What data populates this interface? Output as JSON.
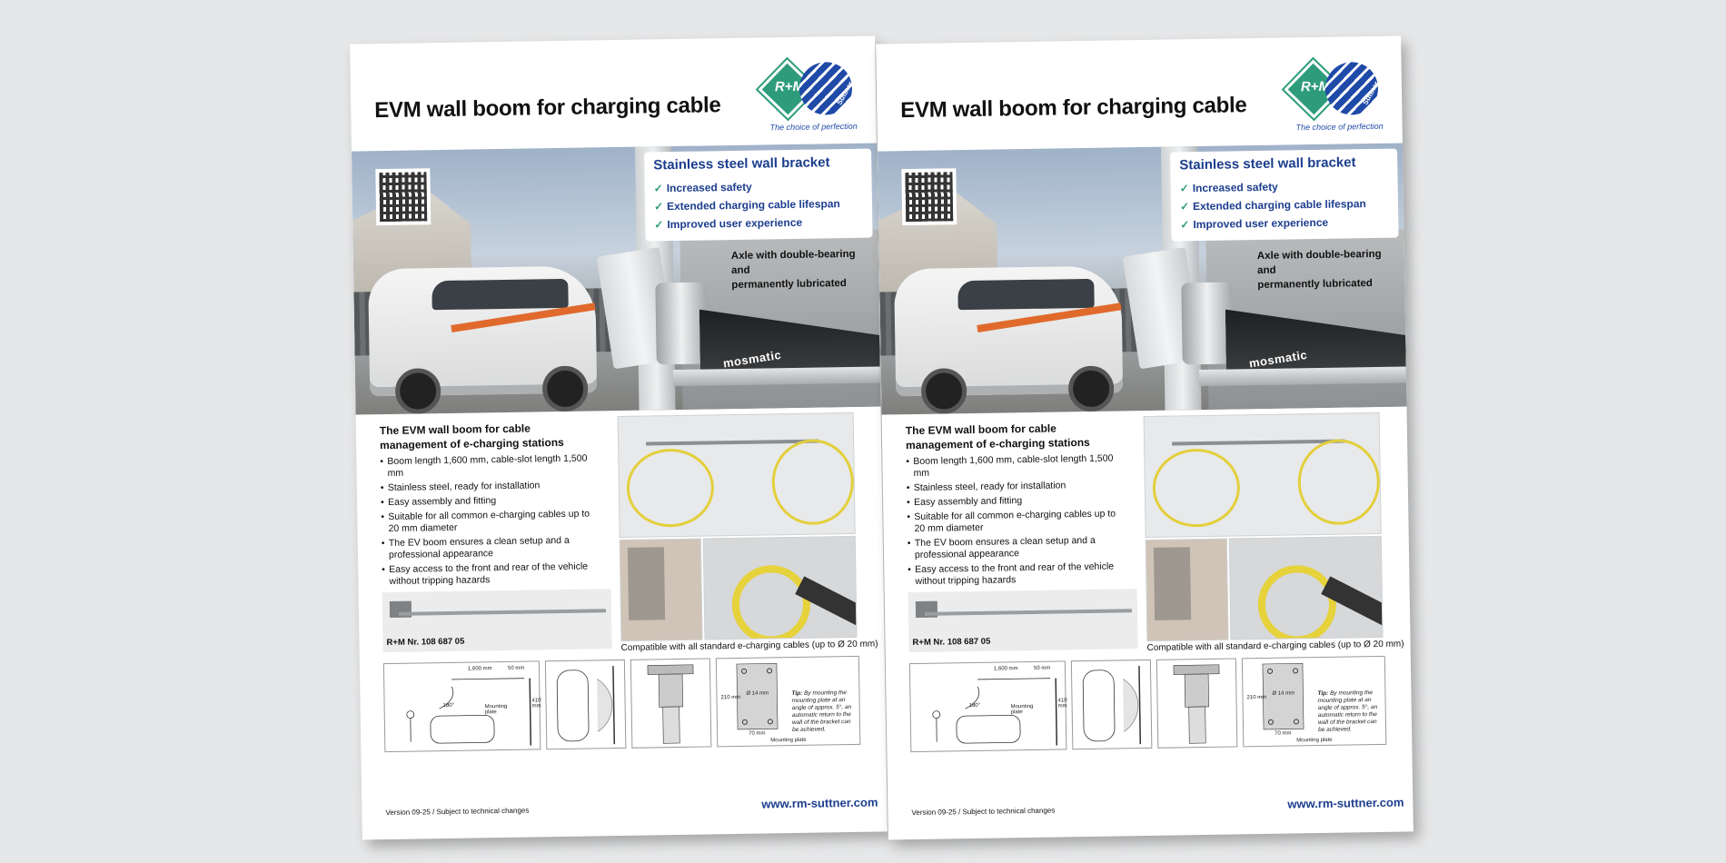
{
  "sheets": [
    {
      "title": "EVM wall boom for charging cable",
      "logo": {
        "mark": "R+M",
        "brand_vertical": "Suttner",
        "tagline": "The choice of perfection"
      },
      "callout": {
        "heading": "Stainless steel wall bracket",
        "items": [
          "Increased safety",
          "Extended charging cable lifespan",
          "Improved user experience"
        ]
      },
      "axle_text": [
        "Axle with double-bearing",
        "and",
        "permanently lubricated"
      ],
      "product_brand": "mosmatic",
      "description": {
        "heading": "The EVM wall boom for cable management of e-charging stations",
        "bullets": [
          "Boom length 1,600 mm, cable-slot length 1,500 mm",
          "Stainless steel, ready for installation",
          "Easy assembly and fitting",
          "Suitable for all common e-charging cables up to 20 mm diameter",
          "The EV boom ensures a clean setup and a professional appearance",
          "Easy access to the front and rear of the vehicle without tripping hazards"
        ]
      },
      "part_number": "R+M Nr. 108 687 05",
      "compat_caption": "Compatible with all standard e-charging cables (up to Ø 20 mm)",
      "drawing_labels": {
        "boom_len": "1,600 mm",
        "offset": "50 mm",
        "angle": "180°",
        "mount_plate": "Mounting plate",
        "height": "410 mm",
        "bolt_dia": "Ø 14 mm",
        "plate_h": "210 mm",
        "plate_w": "70 mm",
        "tip_heading": "Tip:",
        "tip_text": "By mounting the mounting plate at an angle of approx. 5°, an automatic return to the wall of the bracket can be achieved.",
        "plate_caption": "Mounting plate"
      },
      "footer_version": "Version 09-25 / Subject to technical changes",
      "footer_url": "www.rm-suttner.com"
    },
    {
      "title": "EVM wall boom for charging cable",
      "logo": {
        "mark": "R+M",
        "brand_vertical": "Suttner",
        "tagline": "The choice of perfection"
      },
      "callout": {
        "heading": "Stainless steel wall bracket",
        "items": [
          "Increased safety",
          "Extended charging cable lifespan",
          "Improved user experience"
        ]
      },
      "axle_text": [
        "Axle with double-bearing",
        "and",
        "permanently lubricated"
      ],
      "product_brand": "mosmatic",
      "description": {
        "heading": "The EVM wall boom for cable management of e-charging stations",
        "bullets": [
          "Boom length 1,600 mm, cable-slot length 1,500 mm",
          "Stainless steel, ready for installation",
          "Easy assembly and fitting",
          "Suitable for all common e-charging cables up to 20 mm diameter",
          "The EV boom ensures a clean setup and a professional appearance",
          "Easy access to the front and rear of the vehicle without tripping hazards"
        ]
      },
      "part_number": "R+M Nr. 108 687 05",
      "compat_caption": "Compatible with all standard e-charging cables (up to Ø 20 mm)",
      "drawing_labels": {
        "boom_len": "1,600 mm",
        "offset": "50 mm",
        "angle": "180°",
        "mount_plate": "Mounting plate",
        "height": "410 mm",
        "bolt_dia": "Ø 14 mm",
        "plate_h": "210 mm",
        "plate_w": "70 mm",
        "tip_heading": "Tip:",
        "tip_text": "By mounting the mounting plate at an angle of approx. 5°, an automatic return to the wall of the bracket can be achieved.",
        "plate_caption": "Mounting plate"
      },
      "footer_version": "Version 09-25 / Subject to technical changes",
      "footer_url": "www.rm-suttner.com"
    }
  ],
  "colors": {
    "brand_blue": "#1c3e8e",
    "brand_green": "#2e9c7a",
    "cable_yellow": "#e3cf3b",
    "van_stripe": "#e06a2c"
  }
}
